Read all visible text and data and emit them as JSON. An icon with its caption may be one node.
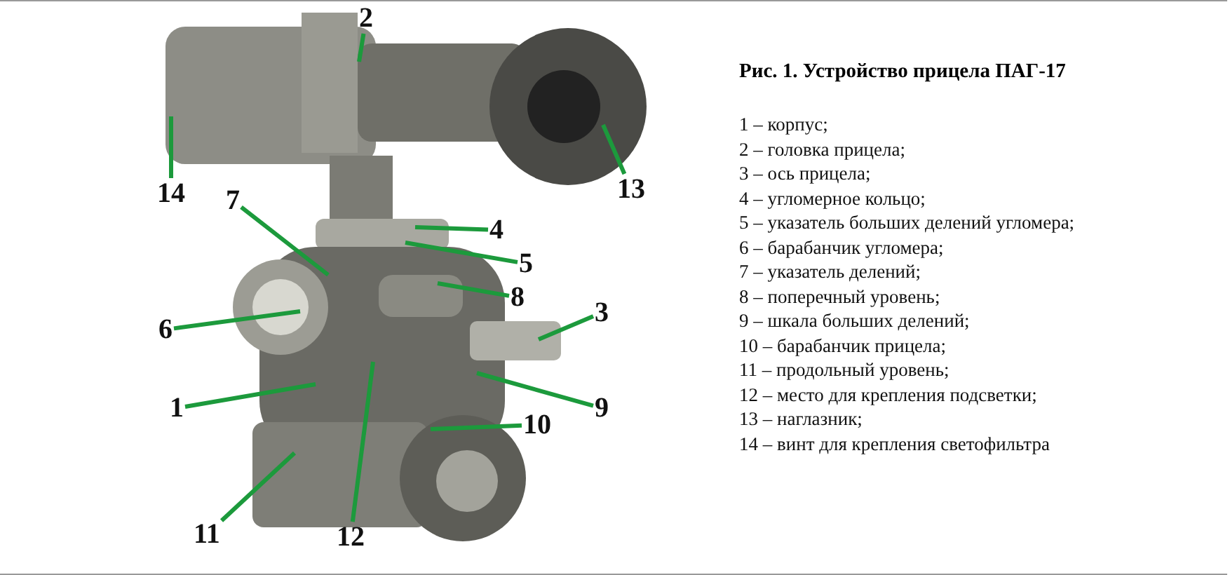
{
  "diagram": {
    "title": "Рис. 1. Устройство прицела ПАГ-17",
    "nodes": [
      {
        "text": [
          "1"
        ]
      },
      {
        "text": [
          "2"
        ]
      },
      {
        "text": [
          "3"
        ]
      },
      {
        "text": [
          "4"
        ]
      },
      {
        "text": [
          "5"
        ]
      },
      {
        "text": [
          "6"
        ]
      },
      {
        "text": [
          "7"
        ]
      },
      {
        "text": [
          "8"
        ]
      },
      {
        "text": [
          "9"
        ]
      },
      {
        "text": [
          "10"
        ]
      },
      {
        "text": [
          "11"
        ]
      },
      {
        "text": [
          "12"
        ]
      },
      {
        "text": [
          "13"
        ]
      },
      {
        "text": [
          "14"
        ]
      }
    ],
    "edges": [
      {
        "from": 0,
        "to": null,
        "arrow": "none"
      },
      {
        "from": 1,
        "to": null,
        "arrow": "none"
      },
      {
        "from": 2,
        "to": null,
        "arrow": "none"
      },
      {
        "from": 3,
        "to": null,
        "arrow": "none"
      },
      {
        "from": 4,
        "to": null,
        "arrow": "none"
      },
      {
        "from": 5,
        "to": null,
        "arrow": "none"
      },
      {
        "from": 6,
        "to": null,
        "arrow": "none"
      },
      {
        "from": 7,
        "to": null,
        "arrow": "none"
      },
      {
        "from": 8,
        "to": null,
        "arrow": "none"
      },
      {
        "from": 9,
        "to": null,
        "arrow": "none"
      },
      {
        "from": 10,
        "to": null,
        "arrow": "none"
      },
      {
        "from": 11,
        "to": null,
        "arrow": "none"
      },
      {
        "from": 12,
        "to": null,
        "arrow": "none"
      },
      {
        "from": 13,
        "to": null,
        "arrow": "none"
      }
    ],
    "labels": [
      "1 – корпус;",
      "2 – головка прицела;",
      "3 – ось прицела;",
      "4 – угломерное кольцо;",
      "5 – указатель больших делений угломера;",
      "6 – барабанчик угломера;",
      "7 – указатель делений;",
      "8 – поперечный уровень;",
      "9 – шкала больших делений;",
      "10 – барабанчик прицела;",
      "11 – продольный уровень;",
      "12 – место для крепления подсветки;",
      "13 – наглазник;",
      "14 – винт для крепления светофильтра"
    ]
  }
}
